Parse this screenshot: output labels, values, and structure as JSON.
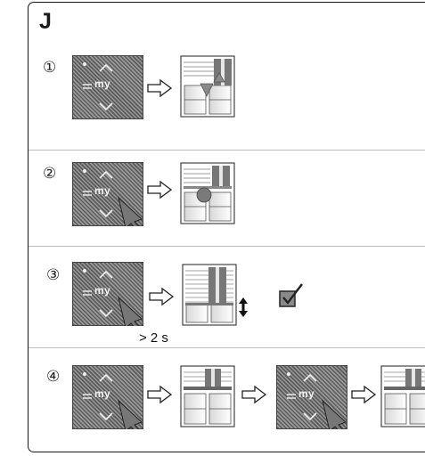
{
  "section_letter": "J",
  "steps": [
    {
      "number": "①",
      "button_label": "my",
      "duration": ""
    },
    {
      "number": "②",
      "button_label": "my",
      "duration": ""
    },
    {
      "number": "③",
      "button_label": "my",
      "duration": "> 2 s"
    },
    {
      "number": "④",
      "button_label": "my",
      "duration": ""
    }
  ],
  "step4_second_button_label": "my",
  "colors": {
    "frame": "#1a1a1a",
    "remote_dark": "#5a5a5a",
    "remote_light": "#9a9a9a",
    "divider": "#bdbdbd"
  },
  "icons": [
    "remote-control-icon",
    "hollow-arrow-icon",
    "awning-window-icon",
    "hand-pointer-icon",
    "checkbox-checked-icon",
    "up-down-arrow-icon"
  ]
}
